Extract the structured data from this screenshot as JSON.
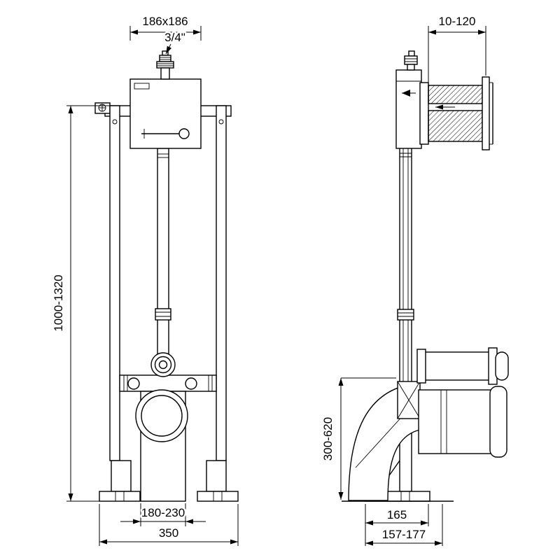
{
  "drawing": {
    "type": "technical dimension drawing - concealed WC frame, front and side views",
    "colors": {
      "line": "#000000",
      "background": "#ffffff"
    },
    "front_view": {
      "dim_cistern_size": "186x186",
      "dim_water_inlet": "3/4\"",
      "dim_frame_height": "1000-1320",
      "dim_outlet_duct_width": "180-230",
      "dim_frame_width": "350"
    },
    "side_view": {
      "dim_wall_distance": "10-120",
      "dim_outlet_height": "300-620",
      "dim_foot_plate_depth": "165",
      "dim_frame_depth": "157-177"
    }
  }
}
